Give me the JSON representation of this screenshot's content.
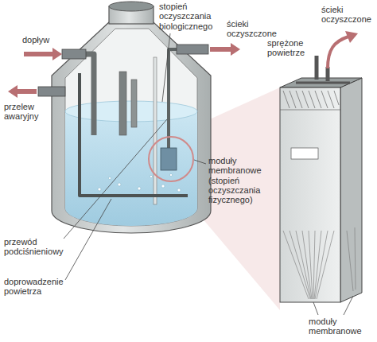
{
  "diagram": {
    "labels": [
      "stopień oczyszczania biologicznego",
      "dopływ",
      "ścieki oczyszczone",
      "ścieki oczyszczone",
      "sprężone powietrze",
      "przelew awaryjny",
      "moduły membranowe (stopień oczyszczania fizycznego)",
      "przewód podciśnieniowy",
      "doprowadzenie powietrza",
      "moduły membranowe"
    ]
  }
}
